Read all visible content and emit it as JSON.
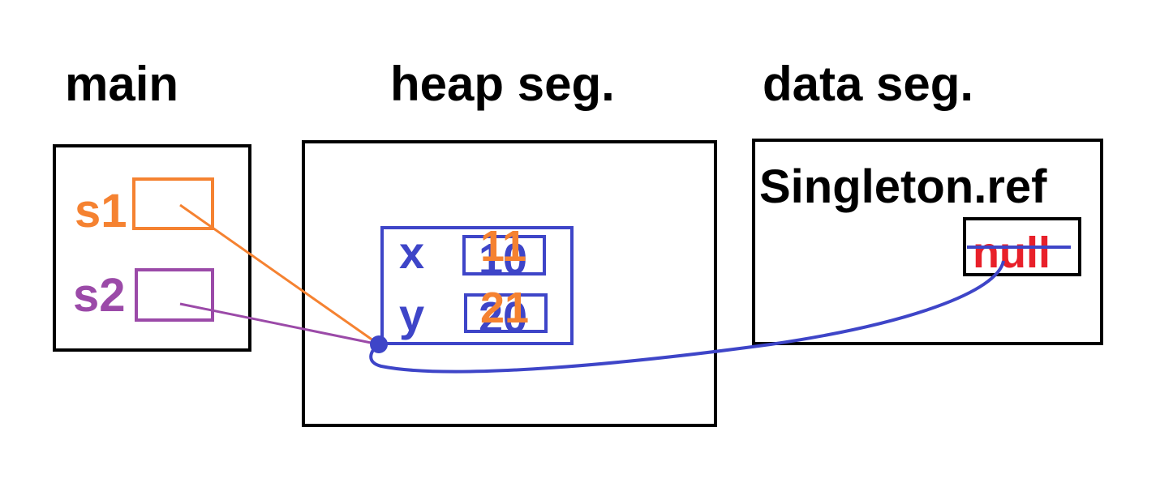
{
  "titles": {
    "main": "main",
    "heap": "heap seg.",
    "data": "data seg."
  },
  "main_frame": {
    "s1_label": "s1",
    "s2_label": "s2"
  },
  "heap_object": {
    "x_label": "x",
    "x_old": "10",
    "x_new": "11",
    "y_label": "y",
    "y_old": "20",
    "y_new": "21"
  },
  "data_segment": {
    "field_name": "Singleton.ref",
    "old_value": "null"
  },
  "colors": {
    "s1": "#f58231",
    "s2": "#9b4aa8",
    "object": "#3e45c8",
    "new_value": "#f58231",
    "null_text": "#e8202a",
    "outline": "#000000"
  }
}
